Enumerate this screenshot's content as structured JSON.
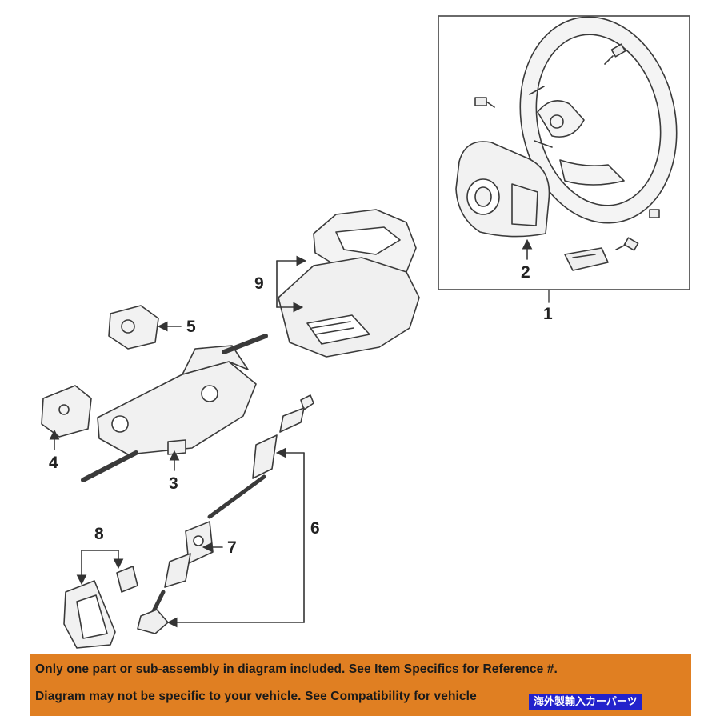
{
  "callouts": {
    "c1": "1",
    "c2": "2",
    "c3": "3",
    "c4": "4",
    "c5": "5",
    "c6": "6",
    "c7": "7",
    "c8": "8",
    "c9": "9"
  },
  "notice": {
    "line1": "Only one part or sub-assembly in diagram included. See Item Specifics for Reference #.",
    "line2": "Diagram may not be specific to your vehicle. See Compatibility for vehicle"
  },
  "badge": "海外製輸入カーパーツ",
  "colors": {
    "banner": "#e07f22",
    "badge": "#2222cc",
    "line": "#333333"
  }
}
